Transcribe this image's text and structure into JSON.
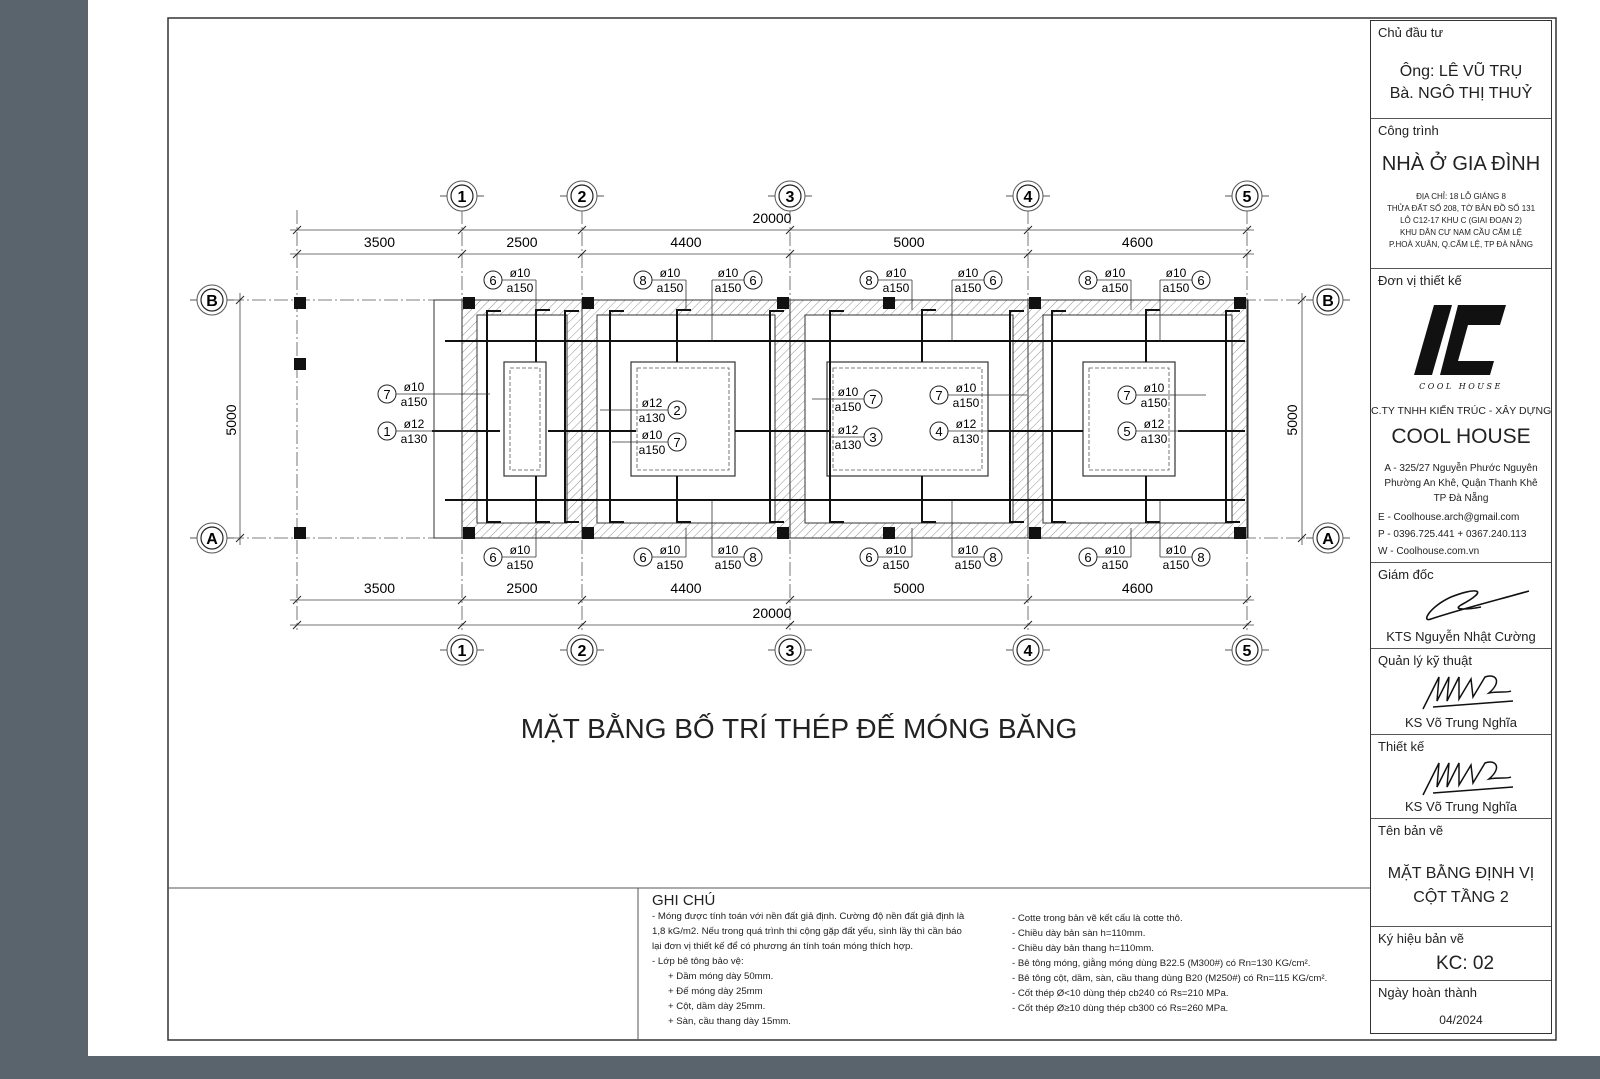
{
  "drawing": {
    "title": "MẶT BẰNG BỐ TRÍ THÉP ĐẾ MÓNG BĂNG",
    "grid_columns": [
      "1",
      "2",
      "3",
      "4",
      "5"
    ],
    "grid_rows": [
      "B",
      "A"
    ],
    "total_dimension": "20000",
    "span_dimensions": [
      "3500",
      "2500",
      "4400",
      "5000",
      "4600"
    ],
    "depth_dimension": "5000",
    "callouts": [
      {
        "n": "6",
        "d": "ø10",
        "s": "a150"
      },
      {
        "n": "6",
        "d": "ø10",
        "s": "a150"
      },
      {
        "n": "8",
        "d": "ø10",
        "s": "a150"
      },
      {
        "n": "6",
        "d": "ø10",
        "s": "a150"
      },
      {
        "n": "8",
        "d": "ø10",
        "s": "a150"
      },
      {
        "n": "6",
        "d": "ø10",
        "s": "a150"
      },
      {
        "n": "8",
        "d": "ø10",
        "s": "a150"
      },
      {
        "n": "6",
        "d": "ø10",
        "s": "a150"
      },
      {
        "n": "6",
        "d": "ø10",
        "s": "a150"
      },
      {
        "n": "8",
        "d": "ø10",
        "s": "a150"
      },
      {
        "n": "6",
        "d": "ø10",
        "s": "a150"
      },
      {
        "n": "8",
        "d": "ø10",
        "s": "a150"
      },
      {
        "n": "6",
        "d": "ø10",
        "s": "a150"
      },
      {
        "n": "8",
        "d": "ø10",
        "s": "a150"
      },
      {
        "n": "7",
        "d": "ø10",
        "s": "a150"
      },
      {
        "n": "1",
        "d": "ø12",
        "s": "a130"
      },
      {
        "n": "2",
        "d": "ø12",
        "s": "a130"
      },
      {
        "n": "7",
        "d": "ø10",
        "s": "a150"
      },
      {
        "n": "7",
        "d": "ø10",
        "s": "a150"
      },
      {
        "n": "3",
        "d": "ø12",
        "s": "a130"
      },
      {
        "n": "7",
        "d": "ø10",
        "s": "a150"
      },
      {
        "n": "4",
        "d": "ø12",
        "s": "a130"
      },
      {
        "n": "7",
        "d": "ø10",
        "s": "a150"
      },
      {
        "n": "5",
        "d": "ø12",
        "s": "a130"
      }
    ]
  },
  "notes": {
    "heading": "GHI CHÚ",
    "left": [
      "- Móng được tính toán với nền đất giả định. Cường độ nền đất giả định là",
      "1,8 kG/m2. Nếu trong quá trình thi cộng gặp đất yếu, sình lầy thì cần báo",
      "lại đơn vị thiết kế để có phương án tính toán móng thích hợp.",
      "- Lớp bê tông bảo vệ:",
      "+ Dầm móng dày 50mm.",
      "+ Đế móng dày 25mm",
      "+ Cột, dầm dày 25mm.",
      "+ Sàn, cầu thang dày 15mm."
    ],
    "right": [
      "- Cotte trong bản vẽ kết cấu là cotte thô.",
      "- Chiều dày bản sàn h=110mm.",
      "- Chiều dày bản thang h=110mm.",
      "- Bê tông móng, giằng móng dùng B22.5 (M300#) có Rn=130 KG/cm².",
      "- Bê tông cột, dầm, sàn, cầu thang dùng B20 (M250#) có Rn=115 KG/cm².",
      "- Cốt thép Ø<10 dùng thép cb240 có Rs=210 MPa.",
      "- Cốt thép Ø≥10 dùng thép cb300 có Rs=260 MPa."
    ]
  },
  "title_block": {
    "owner_label": "Chủ đầu tư",
    "owner_1": "Ông: LÊ VŨ TRỤ",
    "owner_2": "Bà. NGÔ THỊ THUỶ",
    "project_label": "Công trình",
    "project_name": "NHÀ Ở GIA ĐÌNH",
    "address": [
      "ĐỊA CHỈ: 18 LỖ GIÁNG 8",
      "THỬA ĐẤT SỐ 208, TỜ BẢN ĐỒ SỐ 131",
      "LÔ C12-17 KHU C (GIAI ĐOẠN 2)",
      "KHU DÂN CƯ NAM CẦU CẨM LỆ",
      "P.HOÀ XUÂN, Q.CẨM LỆ, TP ĐÀ NẴNG"
    ],
    "designer_label": "Đơn vị thiết kế",
    "logo_text": "COOL HOUSE",
    "company_type": "C.TY TNHH KIẾN TRÚC - XÂY DỰNG",
    "company_name": "COOL HOUSE",
    "company_address": [
      "A - 325/27 Nguyễn Phước Nguyên",
      "Phường An Khê, Quận Thanh Khê",
      "TP Đà Nẵng"
    ],
    "email": "E - Coolhouse.arch@gmail.com",
    "phone": "P - 0396.725.441 + 0367.240.113",
    "web": "W - Coolhouse.com.vn",
    "director_label": "Giám đốc",
    "director_name": "KTS Nguyễn Nhật Cường",
    "tech_label": "Quản lý kỹ thuật",
    "tech_name": "KS Võ Trung Nghĩa",
    "design_label": "Thiết kế",
    "design_name": "KS Võ Trung Nghĩa",
    "sheet_name_label": "Tên bản vẽ",
    "sheet_name_1": "MẶT BẰNG ĐỊNH VỊ",
    "sheet_name_2": "CỘT TẦNG 2",
    "sheet_code_label": "Ký hiệu bản vẽ",
    "sheet_code": "KC: 02",
    "date_label": "Ngày hoàn thành",
    "date": "04/2024"
  }
}
